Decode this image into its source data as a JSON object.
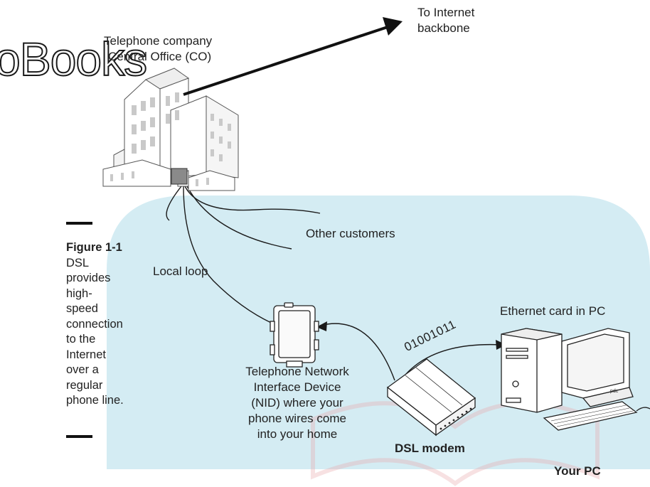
{
  "watermark": "oBooks",
  "figure": {
    "number": "Figure 1-1",
    "caption_lines": [
      "DSL",
      "provides",
      "high-speed",
      "connection",
      "to the",
      "Internet",
      "over a",
      "regular",
      "phone line."
    ]
  },
  "labels": {
    "co_line1": "Telephone company",
    "co_line2": "Central Office (CO)",
    "internet_line1": "To Internet",
    "internet_line2": "backbone",
    "other_customers": "Other customers",
    "local_loop": "Local loop",
    "ethernet_card": "Ethernet card in PC",
    "bits": "01001011",
    "nid_line1": "Telephone Network",
    "nid_line2": "Interface Device",
    "nid_line3": "(NID) where your",
    "nid_line4": "phone wires come",
    "nid_line5": "into your home",
    "dsl_modem": "DSL modem",
    "your_pc": "Your PC"
  },
  "colors": {
    "home_area": "#d4ecf3",
    "line": "#1a1a1a",
    "co_square": "#8a8a8a"
  }
}
